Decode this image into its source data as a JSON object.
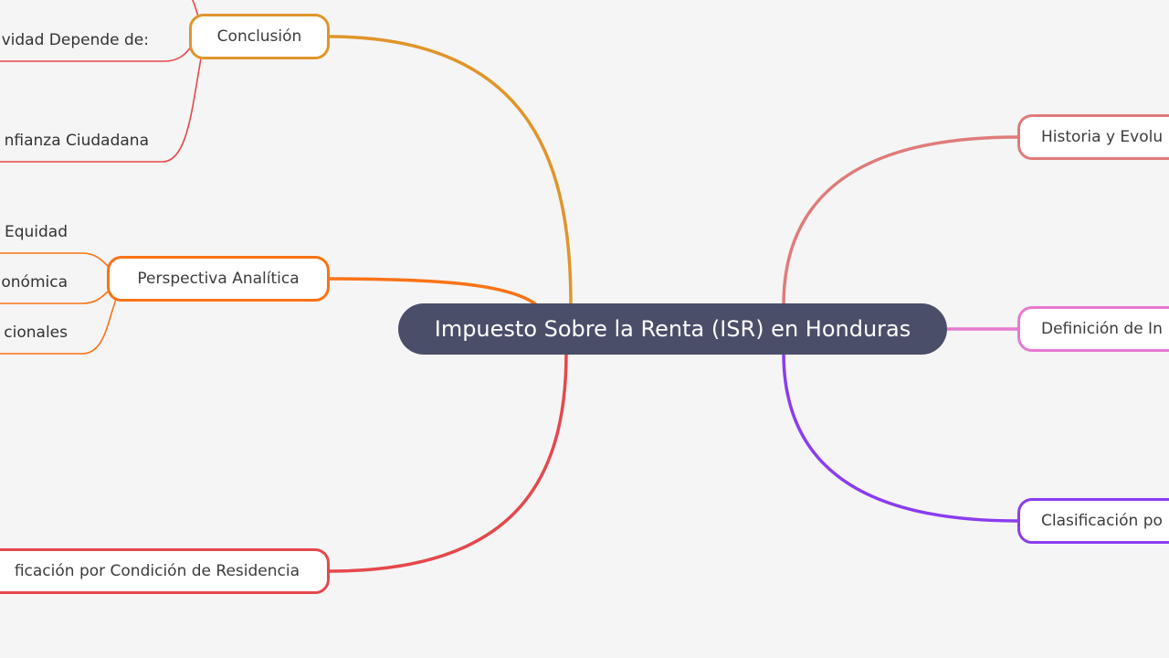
{
  "central_topic": "Impuesto Sobre la Renta (ISR) en Honduras",
  "colors": {
    "background": "#f5f5f5",
    "central": "#4a4e69",
    "conclusion": "#e0952a",
    "perspectiva": "#f97316",
    "residencia": "#e5484d",
    "historia": "#e07b7b",
    "definicion": "#e879d0",
    "clasificacion": "#8b3cf0"
  },
  "left_branches": {
    "conclusion": {
      "label": "Conclusión",
      "children": [
        "vidad Depende de:",
        "nfianza Ciudadana"
      ]
    },
    "perspectiva": {
      "label": "Perspectiva Analítica",
      "children": [
        "Equidad",
        "onómica",
        "cionales"
      ]
    },
    "residencia": {
      "label": "ficación por Condición de Residencia"
    }
  },
  "right_branches": {
    "historia": {
      "label": "Historia y Evolu"
    },
    "definicion": {
      "label": "Definición de In"
    },
    "clasificacion": {
      "label": "Clasificación po"
    }
  }
}
